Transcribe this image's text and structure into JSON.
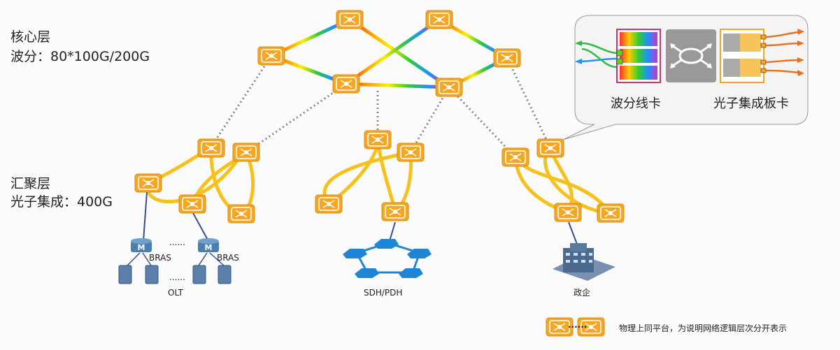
{
  "layers": {
    "core_title": "核心层",
    "core_detail": "波分：80*100G/200G",
    "agg_title": "汇聚层",
    "agg_detail": "光子集成：400G"
  },
  "callout": {
    "left_label": "波分线卡",
    "right_label": "光子集成板卡"
  },
  "access": {
    "bras1": "BRAS",
    "bras2": "BRAS",
    "dots_top": "......",
    "dots_bottom": "......",
    "olt": "OLT",
    "sdh": "SDH/PDH",
    "enterprise": "政企"
  },
  "legend": {
    "dots": "......",
    "text": "物理上同平台，为说明网络逻辑层次分开表示"
  },
  "colors": {
    "node": "#f5a623",
    "agg_ring": "#f6c11c",
    "dotted": "#888888",
    "router": "#4a7fb0",
    "sdh": "#1f86d6",
    "arrow_orange": "#e8711f"
  }
}
